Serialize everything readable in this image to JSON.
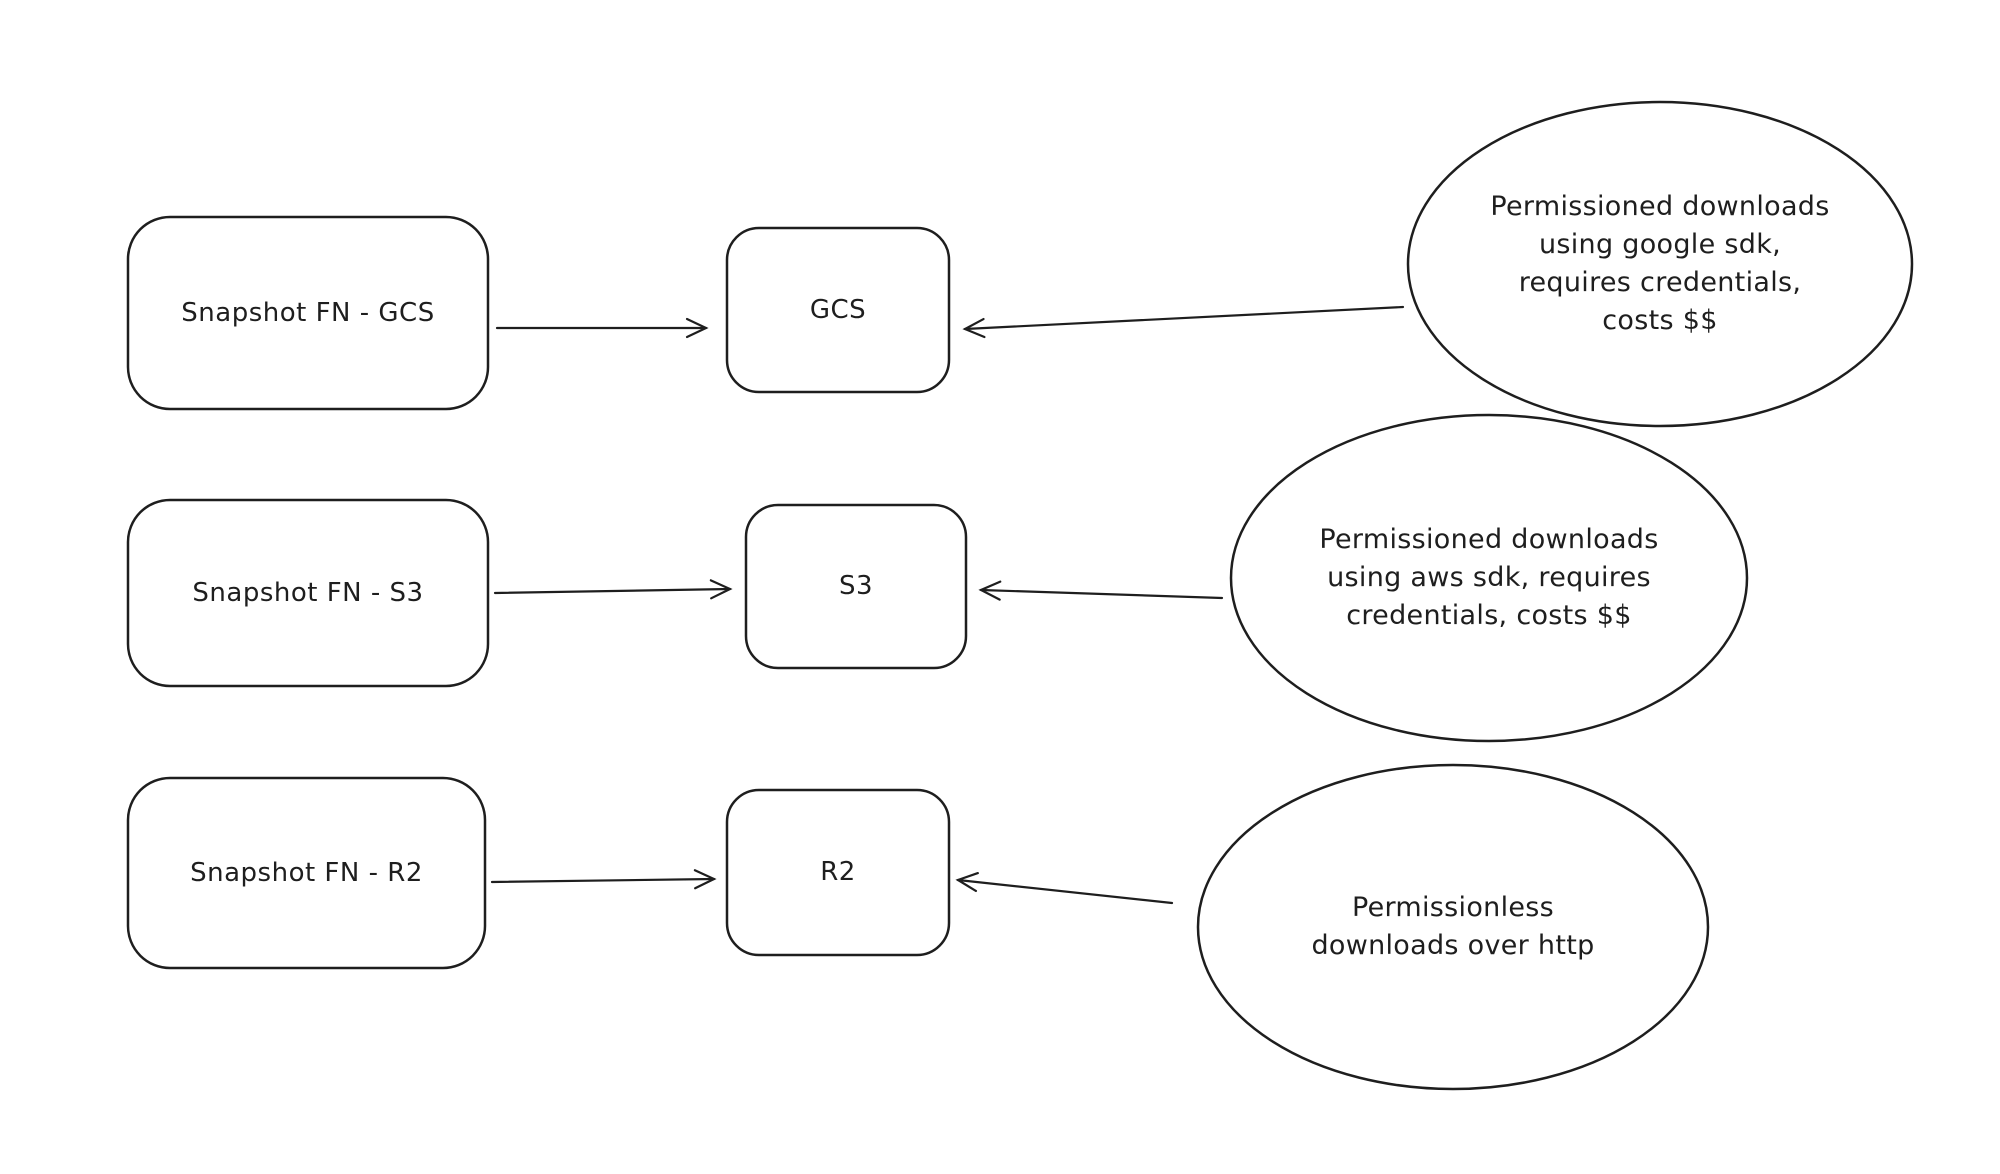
{
  "diagram": {
    "background_color": "#ffffff",
    "stroke_color": "#1e1e1e",
    "nodes": {
      "snapshot_gcs": {
        "label": "Snapshot FN - GCS"
      },
      "gcs": {
        "label": "GCS"
      },
      "snapshot_s3": {
        "label": "Snapshot FN - S3"
      },
      "s3": {
        "label": "S3"
      },
      "snapshot_r2": {
        "label": "Snapshot FN - R2"
      },
      "r2": {
        "label": "R2"
      }
    },
    "notes": {
      "gcs": {
        "label": "Permissioned downloads\nusing google sdk,\nrequires credentials,\ncosts $$"
      },
      "s3": {
        "label": "Permissioned downloads\nusing aws sdk, requires\ncredentials, costs $$"
      },
      "r2": {
        "label": "Permissionless\ndownloads over http"
      }
    },
    "edges": [
      {
        "from": "snapshot_gcs",
        "to": "gcs"
      },
      {
        "from": "note_gcs",
        "to": "gcs"
      },
      {
        "from": "snapshot_s3",
        "to": "s3"
      },
      {
        "from": "note_s3",
        "to": "s3"
      },
      {
        "from": "snapshot_r2",
        "to": "r2"
      },
      {
        "from": "note_r2",
        "to": "r2"
      }
    ]
  }
}
